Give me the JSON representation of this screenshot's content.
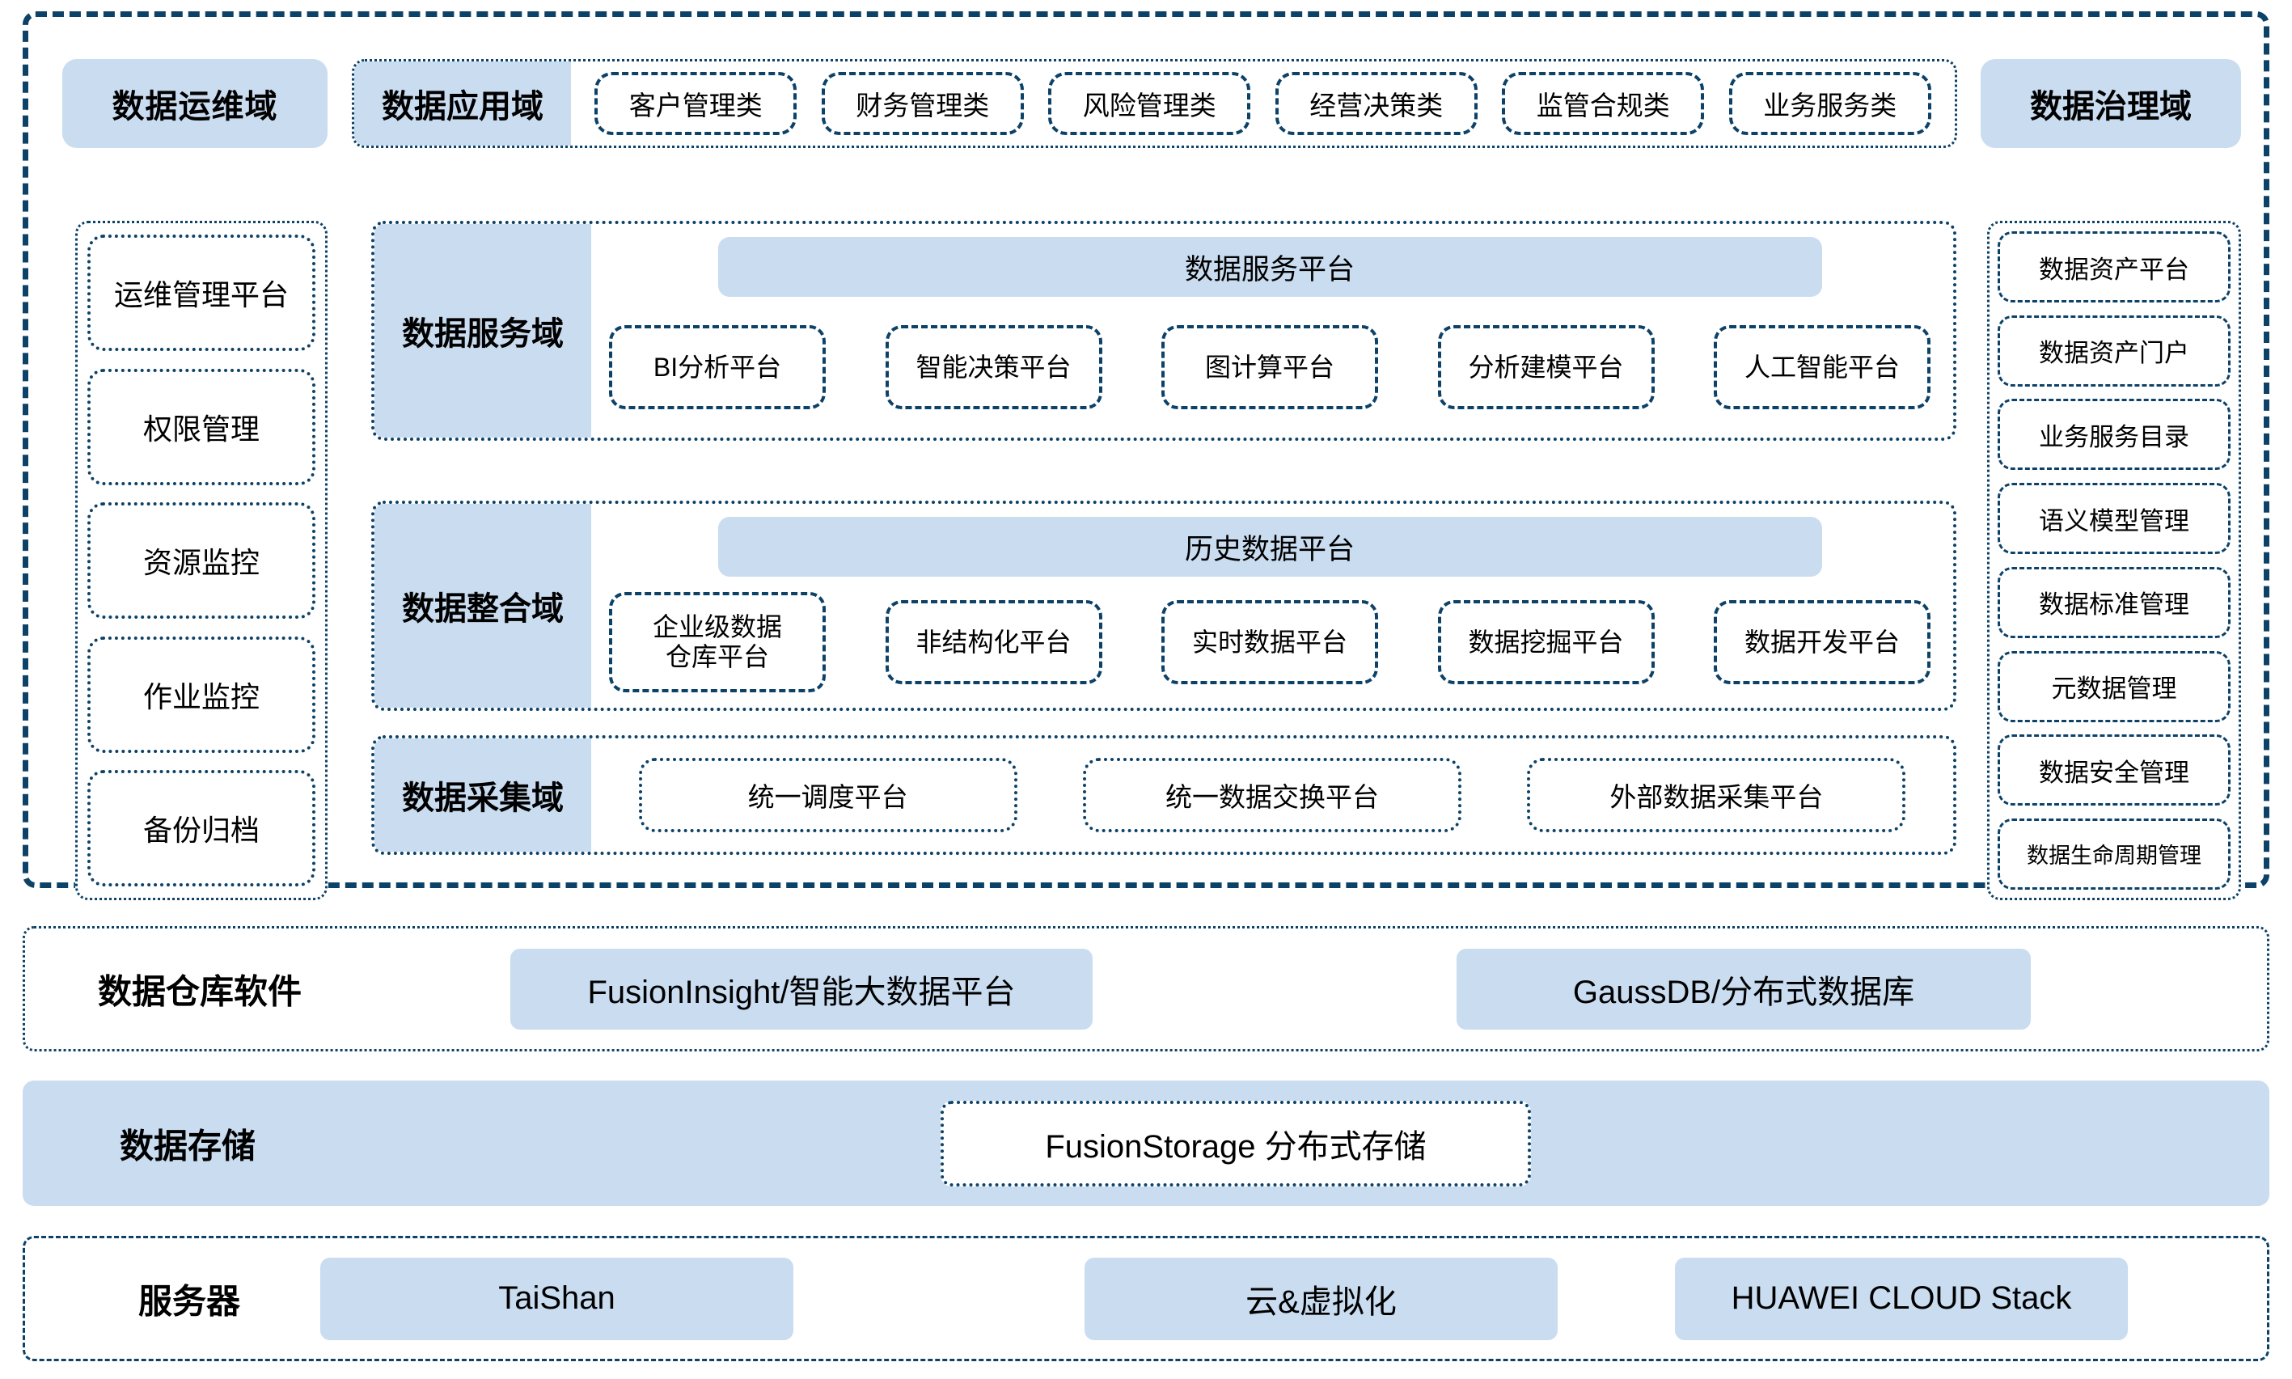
{
  "platform": {
    "ops_domain_label": "数据运维域",
    "app_domain_label": "数据应用域",
    "gov_domain_label": "数据治理域",
    "app_tags": [
      "客户管理类",
      "财务管理类",
      "风险管理类",
      "经营决策类",
      "监管合规类",
      "业务服务类"
    ],
    "ops_items": [
      "运维管理平台",
      "权限管理",
      "资源监控",
      "作业监控",
      "备份归档"
    ],
    "gov_items": [
      "数据资产平台",
      "数据资产门户",
      "业务服务目录",
      "语义模型管理",
      "数据标准管理",
      "元数据管理",
      "数据安全管理",
      "数据生命周期管理"
    ],
    "service_domain": {
      "label": "数据服务域",
      "platform_bar": "数据服务平台",
      "items": [
        "BI分析平台",
        "智能决策平台",
        "图计算平台",
        "分析建模平台",
        "人工智能平台"
      ]
    },
    "integration_domain": {
      "label": "数据整合域",
      "platform_bar": "历史数据平台",
      "items": [
        "企业级数据\n仓库平台",
        "非结构化平台",
        "实时数据平台",
        "数据挖掘平台",
        "数据开发平台"
      ]
    },
    "collection_domain": {
      "label": "数据采集域",
      "items": [
        "统一调度平台",
        "统一数据交换平台",
        "外部数据采集平台"
      ]
    }
  },
  "bands": {
    "warehouse": {
      "label": "数据仓库软件",
      "items": [
        "FusionInsight/智能大数据平台",
        "GaussDB/分布式数据库"
      ]
    },
    "storage": {
      "label": "数据存储",
      "item": "FusionStorage 分布式存储"
    },
    "server": {
      "label": "服务器",
      "items": [
        "TaiShan",
        "云&虚拟化",
        "HUAWEI CLOUD Stack"
      ]
    }
  },
  "colors": {
    "accent_fill": "#c9dcf0",
    "border_navy": "#0d4268",
    "text": "#000000",
    "page_bg": "#ffffff"
  }
}
